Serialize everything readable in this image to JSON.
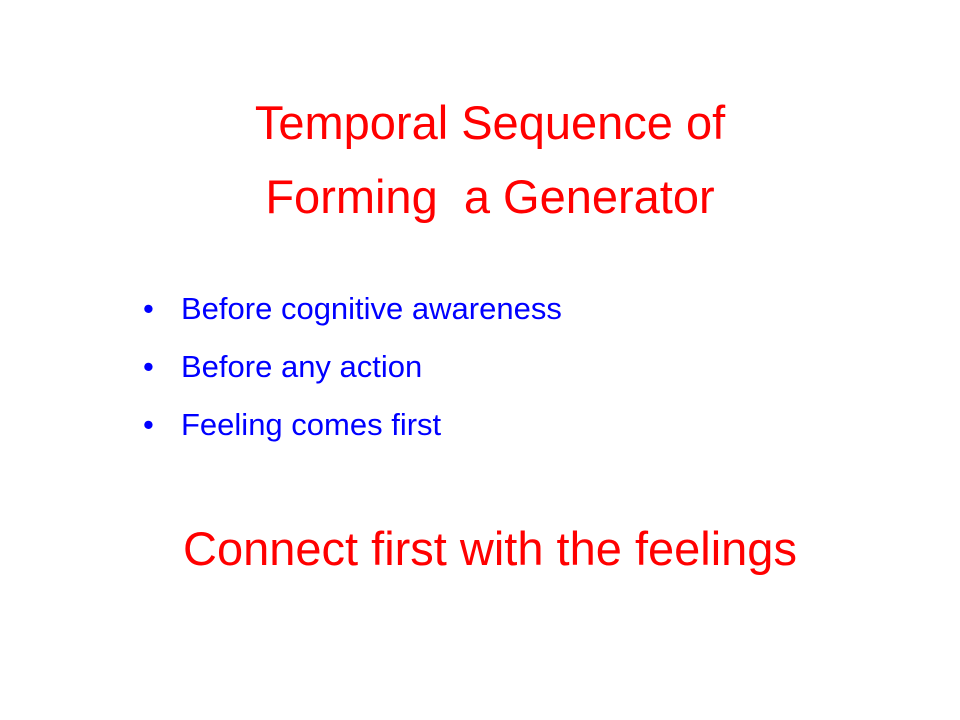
{
  "slide": {
    "title_lines": [
      "Temporal Sequence of",
      "Forming  a Generator"
    ],
    "bullets": [
      "Before cognitive awareness",
      "Before any action",
      "Feeling comes first"
    ],
    "bullet_glyph": "•",
    "tagline": "Connect first with the feelings",
    "colors": {
      "title": "#ff0000",
      "bullets": "#0000ff",
      "tagline": "#ff0000",
      "background": "#ffffff"
    }
  }
}
